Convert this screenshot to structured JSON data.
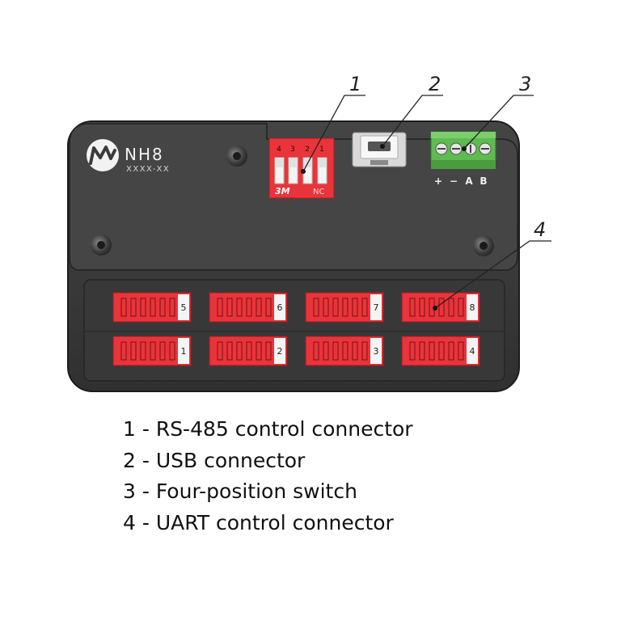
{
  "device": {
    "brand": "NH8",
    "model": "XXXX-XX",
    "dip_switch": {
      "brand": "3M",
      "numbers": [
        "4",
        "3",
        "2",
        "1"
      ],
      "nc": "NC"
    },
    "terminal_labels": [
      "+",
      "−",
      "A",
      "B"
    ],
    "connector_ports": [
      "5",
      "6",
      "7",
      "8",
      "1",
      "2",
      "3",
      "4"
    ],
    "colors": {
      "body": "#3a3a3a",
      "connector": "#e8343a",
      "terminal": "#5dbb4f"
    }
  },
  "callouts": [
    "1",
    "2",
    "3",
    "4"
  ],
  "legend": [
    "1 - RS-485 control connector",
    "2 - USB connector",
    "3 - Four-position switch",
    "4 - UART control connector"
  ]
}
